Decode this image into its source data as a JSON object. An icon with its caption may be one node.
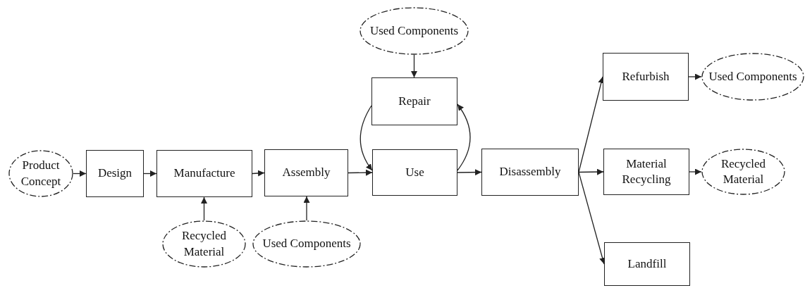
{
  "diagram": {
    "nodes": [
      {
        "text": [
          "Used Components"
        ]
      },
      {
        "text": [
          "Repair"
        ]
      },
      {
        "text": [
          "Refurbish"
        ]
      },
      {
        "text": [
          "Used Components"
        ]
      },
      {
        "text": [
          "Product Concept"
        ]
      },
      {
        "text": [
          "Design"
        ]
      },
      {
        "text": [
          "Manufacture"
        ]
      },
      {
        "text": [
          "Assembly"
        ]
      },
      {
        "text": [
          "Use"
        ]
      },
      {
        "text": [
          "Disassembly"
        ]
      },
      {
        "text": [
          "Material Recycling"
        ]
      },
      {
        "text": [
          "Recycled Material"
        ]
      },
      {
        "text": [
          "Recycled Material"
        ]
      },
      {
        "text": [
          "Used Components"
        ]
      },
      {
        "text": [
          "Landfill"
        ]
      }
    ],
    "edges": [
      {
        "from": 4,
        "to": 5,
        "arrow": "to"
      },
      {
        "from": 5,
        "to": 6,
        "arrow": "to"
      },
      {
        "from": 6,
        "to": 7,
        "arrow": "to"
      },
      {
        "from": 7,
        "to": 8,
        "arrow": "to"
      },
      {
        "from": 12,
        "to": 6,
        "arrow": "to"
      },
      {
        "from": 13,
        "to": 7,
        "arrow": "to"
      },
      {
        "from": 0,
        "to": 1,
        "arrow": "to"
      },
      {
        "from": 1,
        "to": 8,
        "arrow": "to"
      },
      {
        "from": 8,
        "to": 1,
        "arrow": "to"
      },
      {
        "from": 8,
        "to": 9,
        "arrow": "to"
      },
      {
        "from": 9,
        "to": 2,
        "arrow": "to"
      },
      {
        "from": 9,
        "to": 10,
        "arrow": "to"
      },
      {
        "from": 9,
        "to": 14,
        "arrow": "to"
      },
      {
        "from": 2,
        "to": 3,
        "arrow": "to"
      },
      {
        "from": 10,
        "to": 11,
        "arrow": "to"
      }
    ]
  }
}
